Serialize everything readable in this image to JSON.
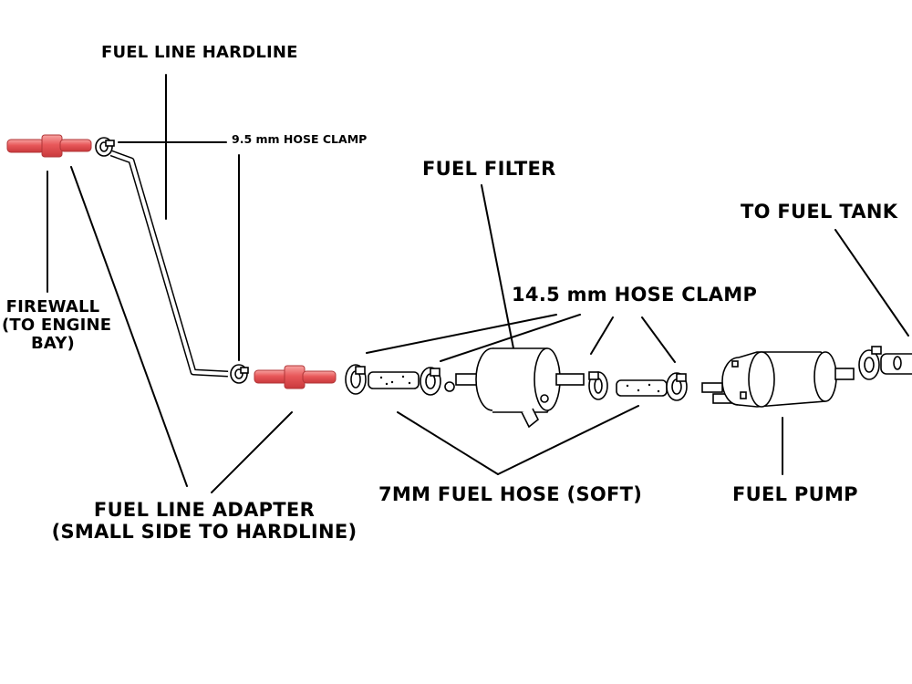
{
  "labels": {
    "fuel_line_hardline": "FUEL LINE HARDLINE",
    "hose_clamp_small": "9.5 mm HOSE CLAMP",
    "firewall": [
      "FIREWALL",
      "(TO ENGINE",
      "BAY)"
    ],
    "fuel_filter": "FUEL FILTER",
    "to_fuel_tank": "TO FUEL TANK",
    "hose_clamp_large": "14.5 mm HOSE CLAMP",
    "fuel_line_adapter": [
      "FUEL LINE ADAPTER",
      "(SMALL SIDE TO HARDLINE)"
    ],
    "fuel_hose": "7MM FUEL HOSE (SOFT)",
    "fuel_pump": "FUEL PUMP"
  },
  "colors": {
    "adapter_fill": "#e8585a",
    "adapter_highlight": "#f7a3a1",
    "line_color": "#000000",
    "background": "#ffffff"
  }
}
